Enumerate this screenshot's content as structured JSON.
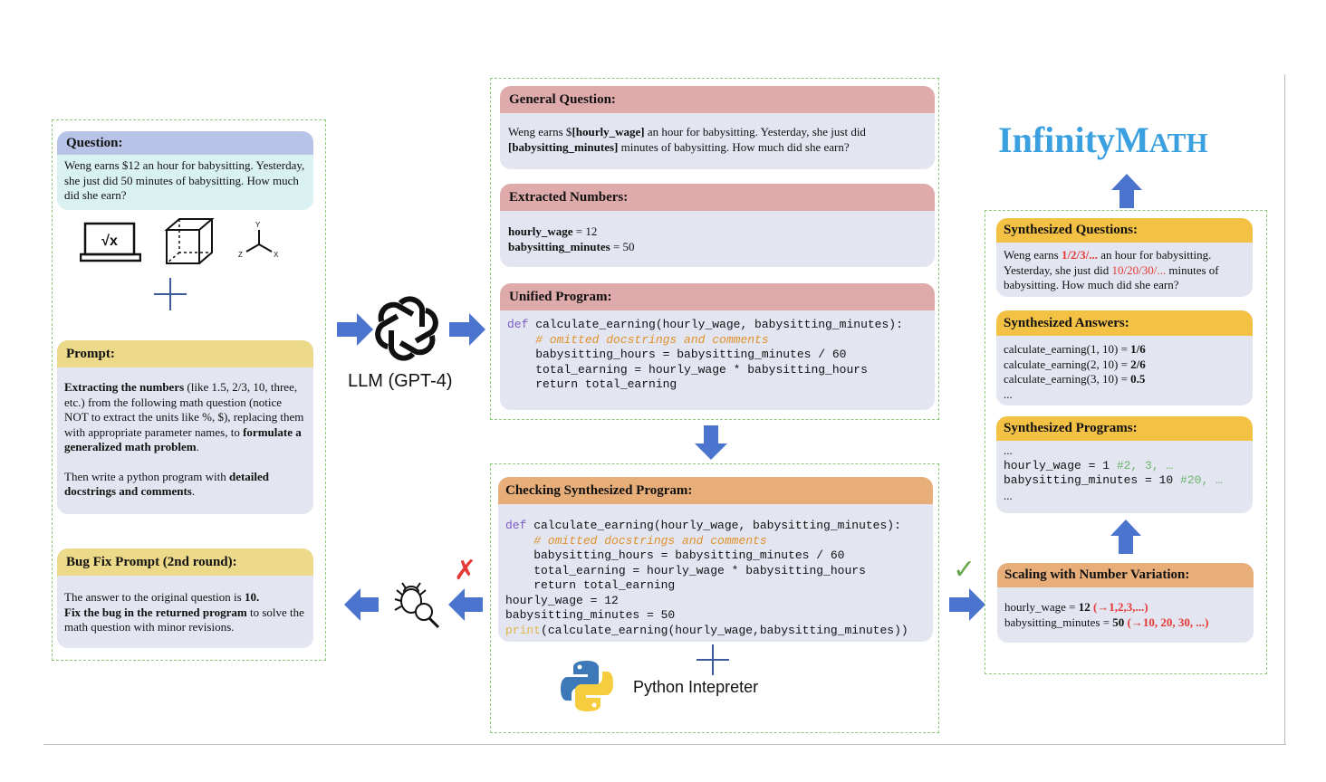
{
  "left": {
    "question": {
      "title": "Question:",
      "text": "Weng earns $12 an hour for babysitting. Yesterday, she just did 50 minutes of babysitting. How much did she earn?"
    },
    "icons": [
      "laptop-sqrt-icon",
      "cube-icon",
      "xyz-axes-icon",
      "plus-icon"
    ],
    "axis_labels": {
      "y": "Y",
      "z": "Z",
      "x": "X"
    },
    "laptop_label": "√x",
    "prompt": {
      "title": "Prompt:",
      "p1_bold": "Extracting the numbers",
      "p1_rest": " (like 1.5, 2/3, 10, three, etc.) from the following math question (notice NOT to extract the units like %, $), replacing them with appropriate parameter names, to ",
      "p1_bold2": "formulate a generalized math problem",
      "p1_end": ".",
      "p2_start": "Then write a python program with ",
      "p2_bold": "detailed docstrings and comments",
      "p2_end": "."
    },
    "bugfix": {
      "title": "Bug Fix Prompt (2nd round):",
      "l1_start": "The answer to the original question is ",
      "l1_bold": "10.",
      "l2_bold": "Fix the bug in the returned program",
      "l2_rest": " to solve the math question with minor revisions."
    }
  },
  "llm": {
    "label": "LLM (GPT-4)",
    "icon": "openai-logo-icon"
  },
  "center": {
    "general": {
      "title": "General Question:",
      "t1": "Weng earns $",
      "b1": "[hourly_wage]",
      "t2": " an hour for babysitting. Yesterday, she just did ",
      "b2": "[babysitting_minutes]",
      "t3": " minutes of babysitting. How much did she earn?"
    },
    "extracted": {
      "title": "Extracted Numbers:",
      "rows": [
        {
          "name": "hourly_wage",
          "value": " = 12"
        },
        {
          "name": "babysitting_minutes",
          "value": " = 50"
        }
      ]
    },
    "unified": {
      "title": "Unified Program:",
      "def_kw": "def",
      "sig": " calculate_earning(hourly_wage, babysitting_minutes):",
      "comment": "    # omitted docstrings and comments",
      "l3": "    babysitting_hours = babysitting_minutes / 60",
      "l4": "    total_earning = hourly_wage * babysitting_hours",
      "l5": "    return total_earning"
    },
    "checking": {
      "title": "Checking Synthesized Program:",
      "def_kw": "def",
      "sig": " calculate_earning(hourly_wage, babysitting_minutes):",
      "comment": "    # omitted docstrings and comments",
      "l3": "    babysitting_hours = babysitting_minutes / 60",
      "l4": "    total_earning = hourly_wage * babysitting_hours",
      "l5": "    return total_earning",
      "l6": "hourly_wage = 12",
      "l7": "babysitting_minutes = 50",
      "print_kw": "print",
      "l8": "(calculate_earning(hourly_wage,babysitting_minutes))"
    },
    "python": {
      "label": "Python Intepreter",
      "icon": "python-logo-icon"
    },
    "cross_mark": "✗",
    "check_mark": "✓"
  },
  "right": {
    "logo": {
      "part1": "Infinity",
      "part2": "M",
      "part3": "ATH"
    },
    "questions": {
      "title": "Synthesized Questions:",
      "t1": "Weng earns ",
      "r1": "1/2/3/...",
      "t2": " an hour for babysitting. Yesterday, she just did ",
      "r2": "10/20/30/...",
      "t3": " minutes of babysitting. How much did she earn?"
    },
    "answers": {
      "title": "Synthesized Answers:",
      "rows": [
        {
          "expr": "calculate_earning(1, 10) = ",
          "val": "1/6"
        },
        {
          "expr": "calculate_earning(2, 10) = ",
          "val": "2/6"
        },
        {
          "expr": "calculate_earning(3, 10) = ",
          "val": "0.5"
        }
      ],
      "ellipsis": "..."
    },
    "programs": {
      "title": "Synthesized Programs:",
      "l0": "...",
      "l1a": "hourly_wage = 1 ",
      "l1b": "#2, 3, …",
      "l2a": "babysitting_minutes = 10 ",
      "l2b": "#20, …",
      "l3": "..."
    },
    "scaling": {
      "title": "Scaling with Number Variation:",
      "r1a": "hourly_wage = ",
      "r1b": "12",
      "r1c": " (→1,2,3,...)",
      "r2a": "babysitting_minutes = ",
      "r2b": "50",
      "r2c": " (→10, 20, 30, ...)"
    }
  },
  "colors": {
    "blue_head": "#b7c4e8",
    "yellow_head": "#ecd98a",
    "pink_head": "#dfaaaa",
    "orange_head": "#e7ae7a",
    "gold_head": "#f3c144",
    "card_body": "#e3e5f1",
    "question_body": "#d9f1f0",
    "arrow": "#4b74cf",
    "dash": "#8fc97a",
    "logo": "#3aa0e0"
  }
}
